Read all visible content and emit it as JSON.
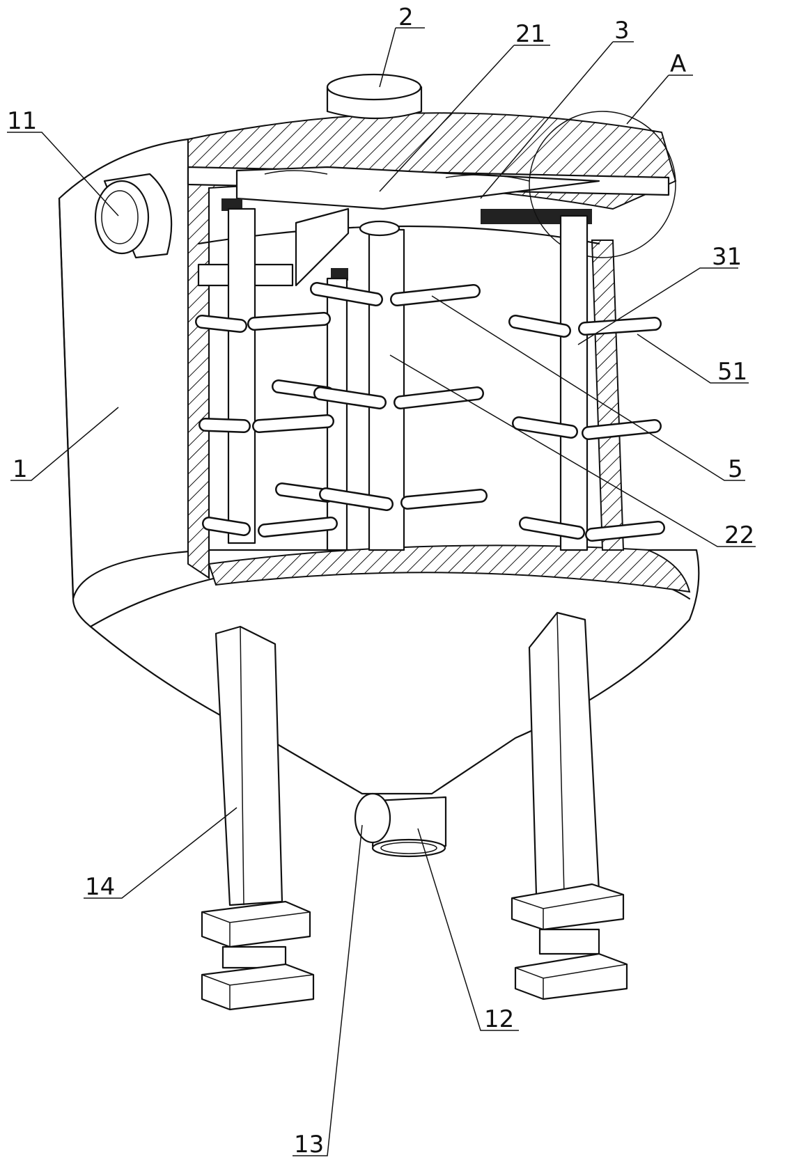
{
  "figure": {
    "labels": {
      "l2": "2",
      "l21": "21",
      "l3": "3",
      "lA": "A",
      "l11": "11",
      "l31": "31",
      "l51": "51",
      "l1": "1",
      "l5": "5",
      "l22": "22",
      "l14": "14",
      "l12": "12",
      "l13": "13"
    }
  }
}
